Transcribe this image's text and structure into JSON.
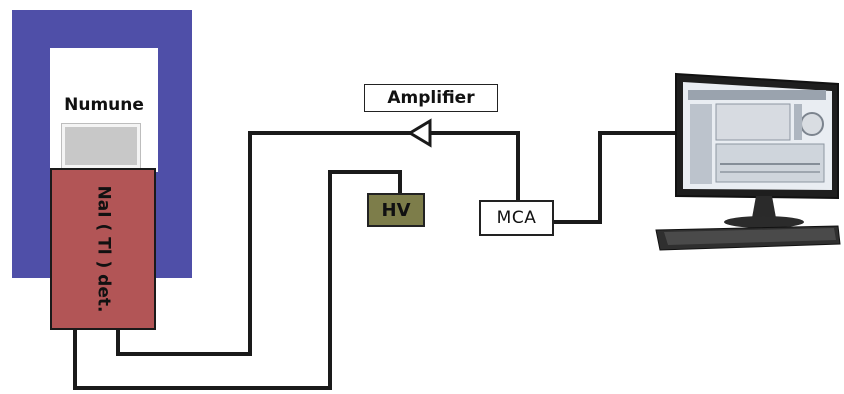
{
  "labels": {
    "sample": "Numune",
    "detector": "NaI ( Tl ) det.",
    "amplifier": "Amplifier",
    "high_voltage": "HV",
    "mca": "MCA"
  },
  "colors": {
    "shield": "#4f4fa8",
    "detector": "#b25556",
    "hv": "#7d7d4a",
    "sample": "#c8c8c8",
    "wire": "#1a1a1a"
  },
  "icons": {
    "amplifier": "triangle-amplifier-icon",
    "computer": "desktop-computer-icon"
  }
}
